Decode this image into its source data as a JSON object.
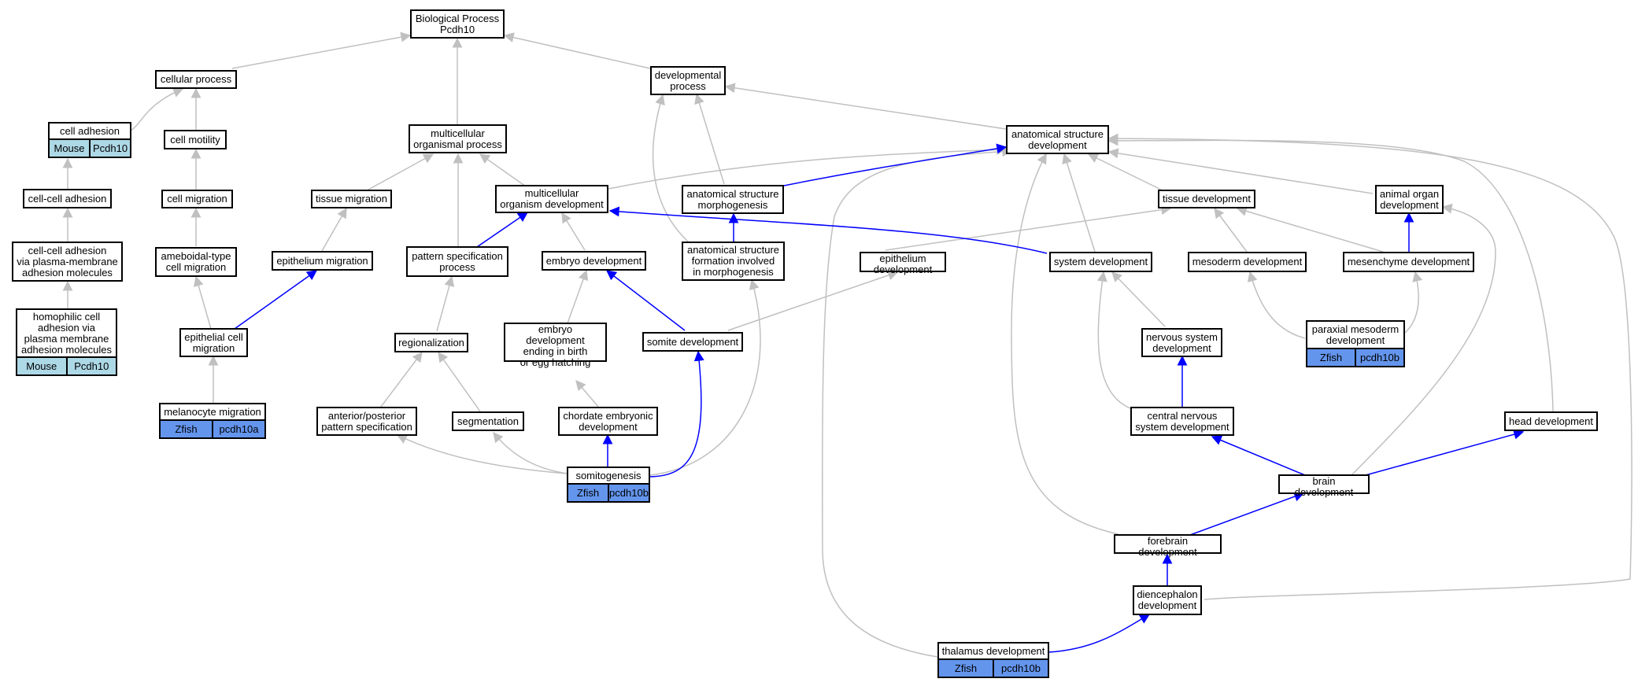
{
  "colors": {
    "edge_gray": "#c0c0c0",
    "edge_blue": "#0000ff",
    "mouse_tag": "#add8e6",
    "zfish_tag": "#6495ed"
  },
  "nodes": {
    "bp": {
      "label": "Biological Process\nPcdh10"
    },
    "cellular_process": {
      "label": "cellular process"
    },
    "developmental_process": {
      "label": "developmental\nprocess"
    },
    "cell_adhesion": {
      "label": "cell adhesion",
      "tags": [
        "Mouse",
        "Pcdh10"
      ],
      "tag_color": "mouse"
    },
    "cell_motility": {
      "label": "cell motility"
    },
    "multicellular_organismal_process": {
      "label": "multicellular\norganismal process"
    },
    "anatomical_structure_development": {
      "label": "anatomical structure\ndevelopment"
    },
    "cell_cell_adhesion": {
      "label": "cell-cell adhesion"
    },
    "cell_migration": {
      "label": "cell migration"
    },
    "tissue_migration": {
      "label": "tissue migration"
    },
    "multicellular_organism_development": {
      "label": "multicellular\norganism development"
    },
    "anatomical_structure_morphogenesis": {
      "label": "anatomical structure\nmorphogenesis"
    },
    "tissue_development": {
      "label": "tissue development"
    },
    "animal_organ_development": {
      "label": "animal organ\ndevelopment"
    },
    "cc_adhesion_pm": {
      "label": "cell-cell adhesion\nvia plasma-membrane\nadhesion molecules"
    },
    "ameboidal_cell_migration": {
      "label": "ameboidal-type\ncell migration"
    },
    "epithelium_migration": {
      "label": "epithelium migration"
    },
    "pattern_specification": {
      "label": "pattern specification\nprocess"
    },
    "embryo_development": {
      "label": "embryo development"
    },
    "as_formation_morphogenesis": {
      "label": "anatomical structure\nformation involved\nin morphogenesis"
    },
    "epithelium_development": {
      "label": "epithelium development"
    },
    "system_development": {
      "label": "system development"
    },
    "mesoderm_development": {
      "label": "mesoderm development"
    },
    "mesenchyme_development": {
      "label": "mesenchyme development"
    },
    "homophilic": {
      "label": "homophilic cell\nadhesion via\nplasma membrane\nadhesion molecules",
      "tags": [
        "Mouse",
        "Pcdh10"
      ],
      "tag_color": "mouse"
    },
    "epithelial_cell_migration": {
      "label": "epithelial cell\nmigration"
    },
    "regionalization": {
      "label": "regionalization"
    },
    "embryo_dev_ending": {
      "label": "embryo development\nending in birth\nor egg hatching"
    },
    "somite_development": {
      "label": "somite development"
    },
    "nervous_system_development": {
      "label": "nervous system\ndevelopment"
    },
    "paraxial_mesoderm": {
      "label": "paraxial mesoderm\ndevelopment",
      "tags": [
        "Zfish",
        "pcdh10b"
      ],
      "tag_color": "zfish"
    },
    "melanocyte_migration": {
      "label": "melanocyte migration",
      "tags": [
        "Zfish",
        "pcdh10a"
      ],
      "tag_color": "zfish"
    },
    "ap_pattern": {
      "label": "anterior/posterior\npattern specification"
    },
    "segmentation": {
      "label": "segmentation"
    },
    "chordate_embryonic": {
      "label": "chordate embryonic\ndevelopment"
    },
    "cns_development": {
      "label": "central nervous\nsystem development"
    },
    "head_development": {
      "label": "head development"
    },
    "somitogenesis": {
      "label": "somitogenesis",
      "tags": [
        "Zfish",
        "pcdh10b"
      ],
      "tag_color": "zfish"
    },
    "brain_development": {
      "label": "brain development"
    },
    "forebrain_development": {
      "label": "forebrain development"
    },
    "diencephalon_development": {
      "label": "diencephalon\ndevelopment"
    },
    "thalamus_development": {
      "label": "thalamus development",
      "tags": [
        "Zfish",
        "pcdh10b"
      ],
      "tag_color": "zfish"
    }
  }
}
